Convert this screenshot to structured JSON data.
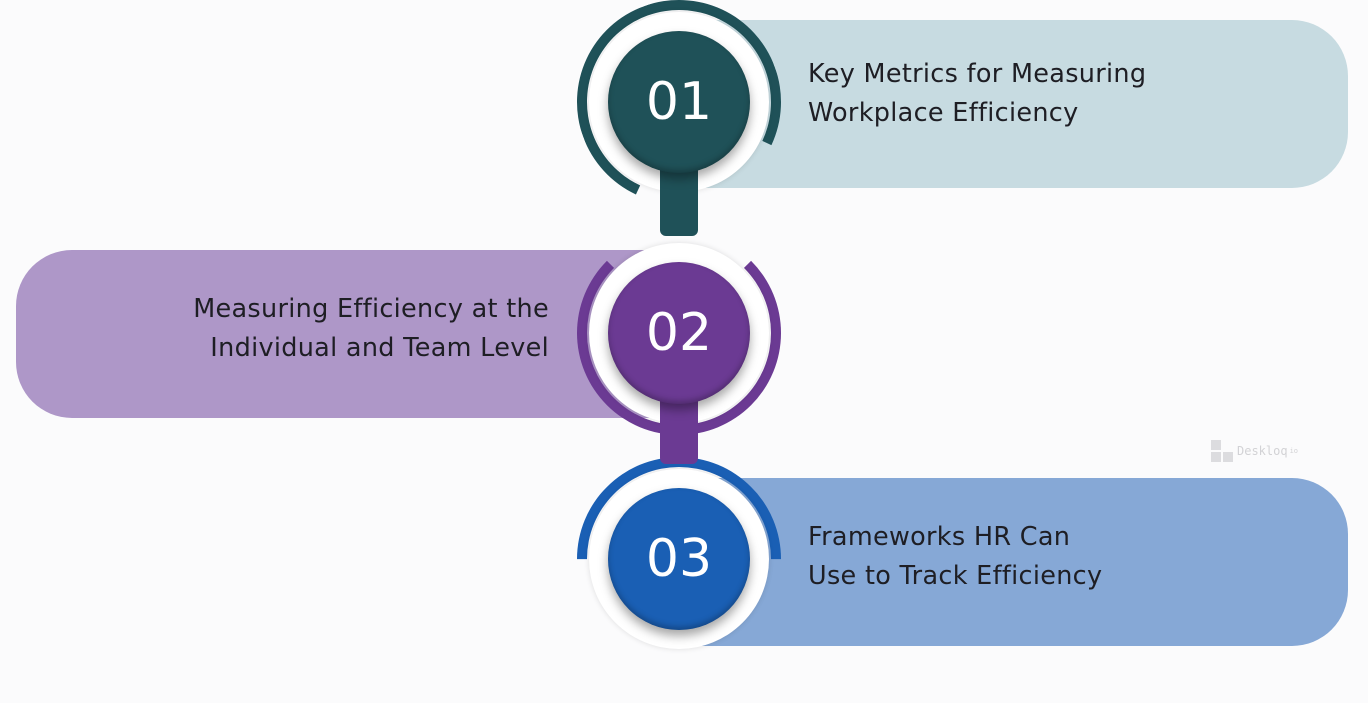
{
  "steps": [
    {
      "number": "01",
      "line1": "Key Metrics for Measuring",
      "line2": "Workplace Efficiency",
      "pill_color": "#c7dbe1",
      "accent_color": "#1f5158"
    },
    {
      "number": "02",
      "line1": "Measuring Efficiency at the",
      "line2": "Individual and Team Level",
      "pill_color": "#ae97c8",
      "accent_color": "#6b3a93"
    },
    {
      "number": "03",
      "line1": "Frameworks HR Can",
      "line2": "Use to Track Efficiency",
      "pill_color": "#86a8d6",
      "accent_color": "#1a5fb4"
    }
  ],
  "watermark": {
    "text": "Deskloq",
    "suffix": "io"
  }
}
